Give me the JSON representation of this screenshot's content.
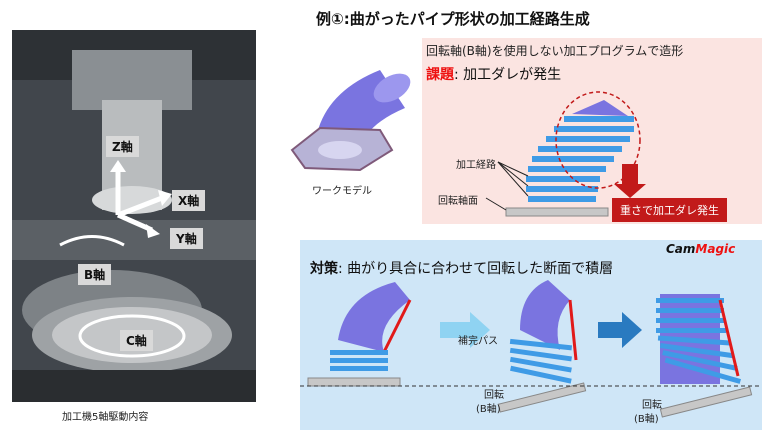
{
  "title": "例①:曲がったパイプ形状の加工経路生成",
  "machine_photo": {
    "caption": "加工機5軸駆動内容",
    "axes": {
      "z": "Z軸",
      "x": "X軸",
      "y": "Y軸",
      "b": "B軸",
      "c": "C軸"
    }
  },
  "work_model": {
    "label": "ワークモデル"
  },
  "problem": {
    "heading": "回転軸(B軸)を使用しない加工プログラムで造形",
    "issue_keyword": "課題",
    "issue_text": ": 加工ダレが発生",
    "path_label": "加工経路",
    "surface_label": "回転軸面",
    "sag_label": "重さで加工ダレ発生"
  },
  "solution": {
    "keyword": "対策",
    "text": ": 曲がり具合に合わせて回転した断面で積層",
    "logo_main": "Cam",
    "logo_accent": "Magic",
    "interp_label": "補完パス",
    "rotation_label_1": "回転",
    "rotation_label_2": "(B軸)",
    "rotation_label_3": "回転",
    "rotation_label_4": "(B軸)"
  },
  "colors": {
    "pipe": "#7a74e0",
    "layer": "#3f9be6",
    "accent": "#e11a1a",
    "problem_bg": "#fbe4e1",
    "solution_bg": "#cfe6f7"
  }
}
